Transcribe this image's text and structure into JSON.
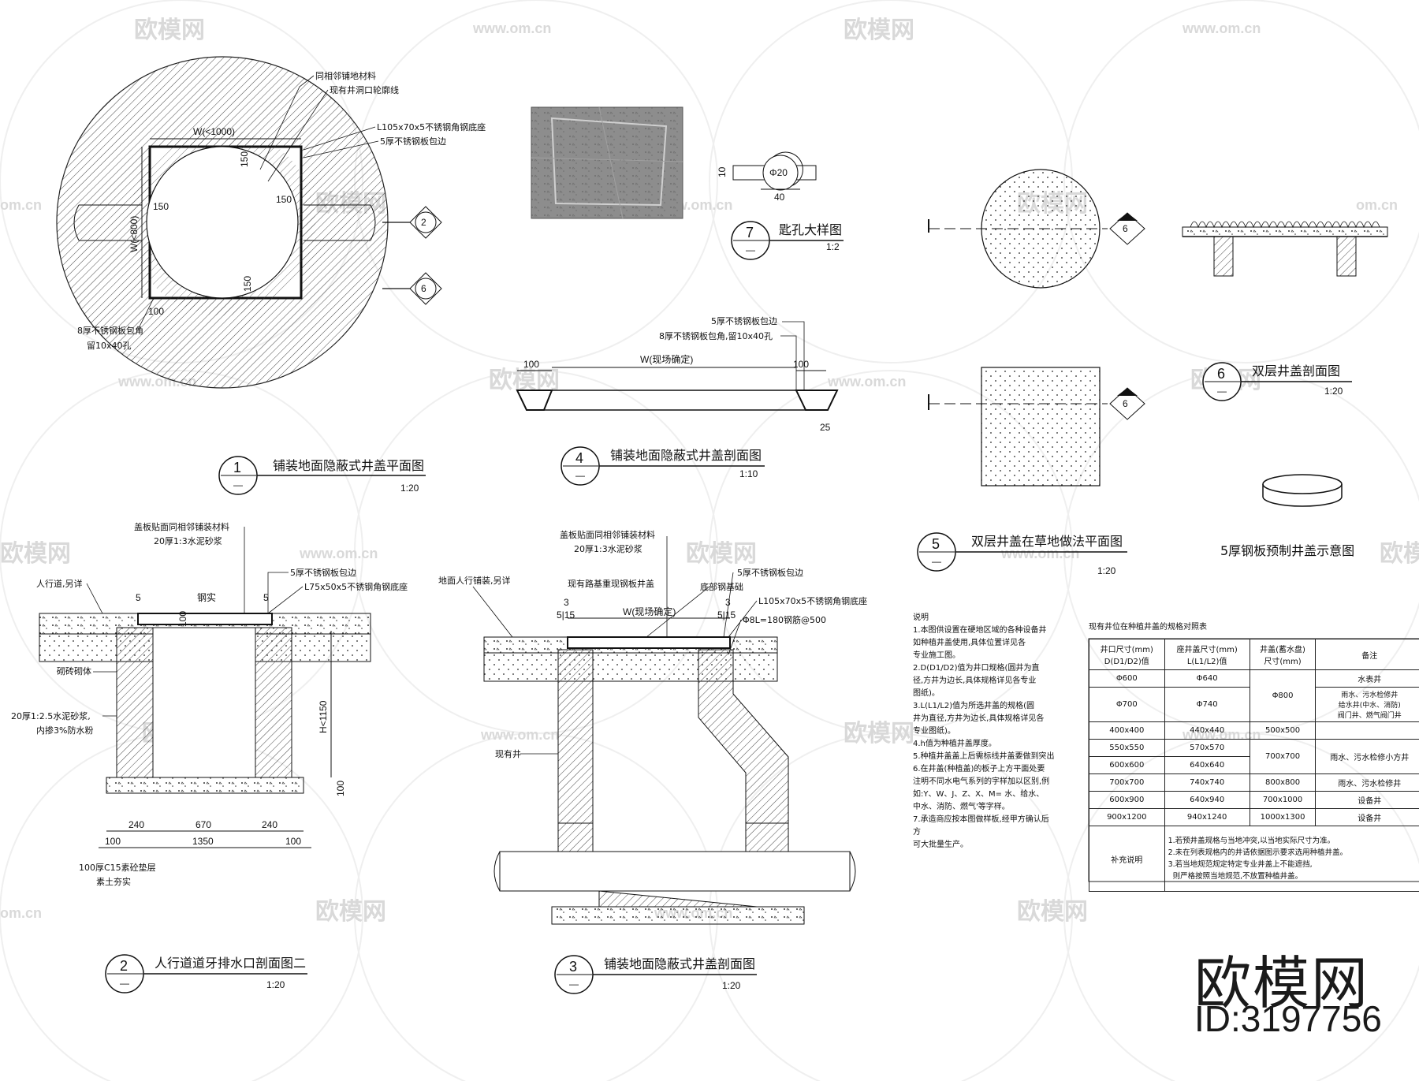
{
  "watermark": {
    "brand": "欧模网",
    "url": "www.om.cn",
    "url_fragment": "om.cn"
  },
  "brand_logo": {
    "name": "欧模网",
    "id": "ID:3197756"
  },
  "drawings": {
    "d1": {
      "number": "1",
      "sub": "—",
      "title": "铺装地面隐蔽式井盖平面图",
      "scale": "1:20",
      "callouts": [
        "同相邻铺地材料",
        "现有井洞口轮廓线",
        "L105x70x5不锈钢角钢底座",
        "5厚不锈钢板包边"
      ],
      "note_a": "8厚不锈钢板包角",
      "note_b": "留10x40孔",
      "dim_w": "W(<1000)",
      "dim_h": "W(<800)",
      "dim_150": "150",
      "dim_100": "100",
      "ref_2": "2",
      "ref_6": "6"
    },
    "d2": {
      "number": "2",
      "sub": "—",
      "title": "人行道道牙排水口剖面图二",
      "scale": "1:20",
      "callouts": [
        "盖板贴面同相邻铺装材料",
        "20厚1:3水泥砂浆",
        "5厚不锈钢板包边",
        "L75x50x5不锈钢角钢底座"
      ],
      "left_a": "人行道,另详",
      "left_b": "砌砖砌体",
      "left_c": "20厚1:2.5水泥砂浆,",
      "left_d": "内掺3%防水粉",
      "bottom_a": "100厚C15素砼垫层",
      "bottom_b": "素土夯实",
      "dim_5": "5",
      "dim_sub": "钢实",
      "dim_100": "100",
      "dims_top": [
        "240",
        "670",
        "240"
      ],
      "dims_bot": [
        "100",
        "1350",
        "100"
      ],
      "dim_h": "H<1150",
      "dim_100v": "100"
    },
    "d3": {
      "number": "3",
      "sub": "—",
      "title": "铺装地面隐蔽式井盖剖面图",
      "scale": "1:20",
      "callouts": [
        "盖板贴面同相邻铺装材料",
        "20厚1:3水泥砂浆",
        "现有路基重现钢板井盖",
        "底部钢基础"
      ],
      "right": [
        "5厚不锈钢板包边",
        "L105x70x5不锈钢角钢底座",
        "Φ8L=180钢筋@500"
      ],
      "left": "地面人行铺装,另详",
      "left_b": "现有井",
      "dim_w": "W(现场确定)",
      "dim_3": "3",
      "dim_515": "5|15"
    },
    "d4": {
      "number": "4",
      "sub": "—",
      "title": "铺装地面隐蔽式井盖剖面图",
      "scale": "1:10",
      "callouts": [
        "5厚不锈钢板包边",
        "8厚不锈钢板包角,留10x40孔"
      ],
      "dim_w": "W(现场确定)",
      "dim_100": "100",
      "dim_25": "25"
    },
    "d5": {
      "number": "5",
      "sub": "—",
      "title": "双层井盖在草地做法平面图",
      "scale": "1:20",
      "ref": "6"
    },
    "d6": {
      "number": "6",
      "sub": "—",
      "title": "双层井盖剖面图",
      "scale": "1:20"
    },
    "d7": {
      "number": "7",
      "sub": "—",
      "title": "匙孔大样图",
      "scale": "1:2",
      "dim_10": "10",
      "dim_40": "40",
      "dim_r": "Φ20"
    },
    "ring": {
      "title": "5厚钢板预制井盖示意图"
    }
  },
  "notes": {
    "heading": "说明",
    "lines": [
      "1.本图供设置在硬地区域的各种设备井",
      "如种植井盖使用,具体位置详见各",
      "专业施工图。",
      "2.D(D1/D2)值为井口规格(圆井为直",
      "径,方井为边长,具体规格详见各专业",
      "图纸)。",
      "3.L(L1/L2)值为所选井盖的规格(圆",
      "井为直径,方井为边长,具体规格详见各",
      "专业图纸)。",
      "4.h值为种植井盖厚度。",
      "5.种植井盖盖上后需标线井盖要做到突出",
      "6.在井盖(种植盖)的板子上方平面处要",
      "注明不同水电气系列的字样加以区别,例",
      "如:Y、W、J、Z、X、M=  水、给水、",
      "中水、消防、燃气'等字样。",
      "7.承造商应按本图做样板,经甲方确认后方",
      "可大批量生产。"
    ]
  },
  "spec_table": {
    "title": "现有井位在种植井盖的规格对照表",
    "headers": [
      "井口尺寸(mm)\nD(D1/D2)值",
      "座井盖尺寸(mm)\nL(L1/L2)值",
      "井盖(蓄水盘)\n尺寸(mm)",
      "备注"
    ],
    "rows": [
      [
        "Φ600",
        "Φ640",
        "Φ800",
        "水表井"
      ],
      [
        "Φ700",
        "Φ740",
        "",
        "雨水、污水检修井\n给水井(中水、消防)\n阀门井、燃气阀门井"
      ],
      [
        "400x400",
        "440x440",
        "500x500",
        ""
      ],
      [
        "550x550",
        "570x570",
        "700x700",
        "雨水、污水检修小方井"
      ],
      [
        "600x600",
        "640x640",
        "",
        ""
      ],
      [
        "700x700",
        "740x740",
        "800x800",
        "雨水、污水检修井"
      ],
      [
        "600x900",
        "640x940",
        "700x1000",
        "设备井"
      ],
      [
        "900x1200",
        "940x1240",
        "1000x1300",
        "设备井"
      ]
    ],
    "supplement_label": "补充说明",
    "supplement": [
      "1.若预井盖规格与当地冲突,以当地实际尺寸为准。",
      "2.未在列表规格内的井请依据图示要求选用种植井盖。",
      "3.若当地规范规定特定专业井盖上不能遮挡,",
      "  则严格按照当地规范,不放置种植井盖。"
    ]
  }
}
